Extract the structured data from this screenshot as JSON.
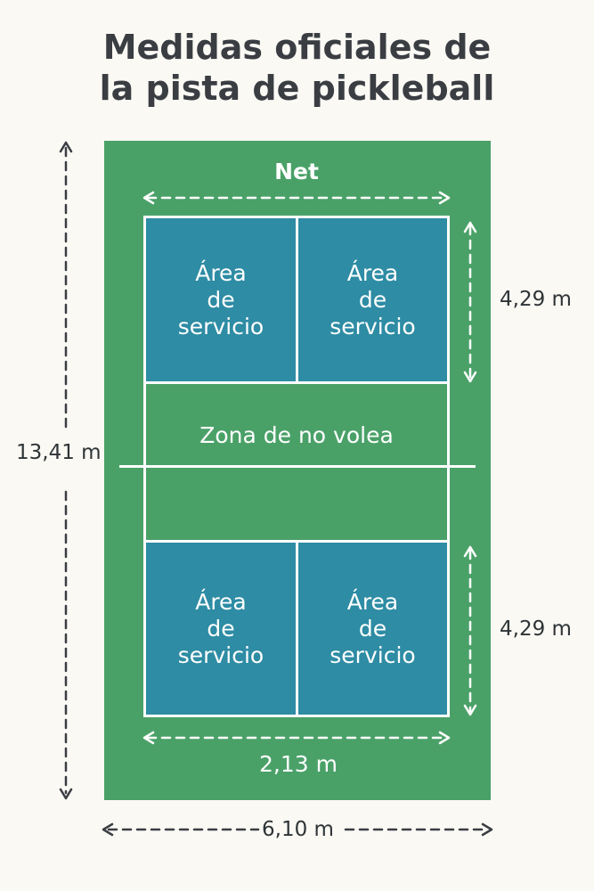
{
  "title": {
    "line1": "Medidas oficiales de",
    "line2": "la pista de pickleball"
  },
  "net_label": "Net",
  "service_area": {
    "line1": "Área",
    "line2": "de",
    "line3": "servicio"
  },
  "kitchen_label": "Zona de no volea",
  "dimensions": {
    "length": "13,41 m",
    "width": "6,10 m",
    "kitchen_width": "2,13 m",
    "service_top": "4,29 m",
    "service_bottom": "4,29 m"
  },
  "colors": {
    "court_green": "#4aa168",
    "service_blue": "#2e8ca4",
    "lines": "#ffffff",
    "background": "#fbf9f4"
  }
}
